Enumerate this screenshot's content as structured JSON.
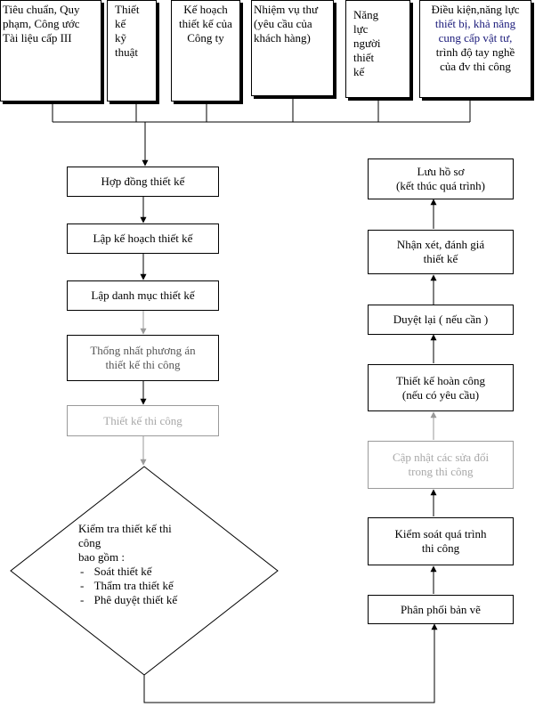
{
  "inputs": [
    {
      "lines": [
        "Tiêu chuẩn, Quy",
        "phạm, Công ước",
        "Tài liệu cấp III"
      ]
    },
    {
      "lines": [
        "Thiết",
        "kế",
        "kỹ",
        "thuật"
      ]
    },
    {
      "lines": [
        "Kế hoạch",
        "thiết kế của",
        "Công ty"
      ]
    },
    {
      "lines": [
        "Nhiệm vụ thư",
        "(yêu cầu của",
        "khách hàng)"
      ]
    },
    {
      "lines": [
        "Năng",
        "lực",
        "người",
        "thiết",
        "kế"
      ]
    },
    {
      "lines": [
        "Điều kiện,năng lực",
        "thiết bị, khả năng",
        "cung cấp vật tư,",
        "trình độ tay nghề",
        "của đv thi công"
      ]
    }
  ],
  "left_flow": {
    "contract": "Hợp đồng thiết kế",
    "plan": "Lập kế hoạch thiết kế",
    "catalog": "Lập danh mục thiết kế",
    "agree": [
      "Thống nhất phương án",
      "thiết kế thi công"
    ],
    "construction_design": "Thiết kế thi công"
  },
  "check": {
    "title_lines": [
      "Kiểm tra thiết kế thi",
      "công"
    ],
    "includes": "bao gồm :",
    "items": [
      "Soát thiết kế",
      "Thẩm tra thiết kế",
      "Phê duyệt thiết kế"
    ]
  },
  "right_flow": {
    "distribute": "Phân phối bản vẽ",
    "control": [
      "Kiểm soát quá trình",
      "thi công"
    ],
    "update": [
      "Cập nhật các sửa đổi",
      "trong thi công"
    ],
    "as_built": [
      "Thiết kế hoàn công",
      "(nếu có yêu cầu)"
    ],
    "review": "Duyệt lại ( nếu cần )",
    "evaluate": [
      "Nhận xét, đánh giá",
      "thiết kế"
    ],
    "archive": [
      "Lưu hồ sơ",
      "(kết thúc quá trình)"
    ]
  }
}
